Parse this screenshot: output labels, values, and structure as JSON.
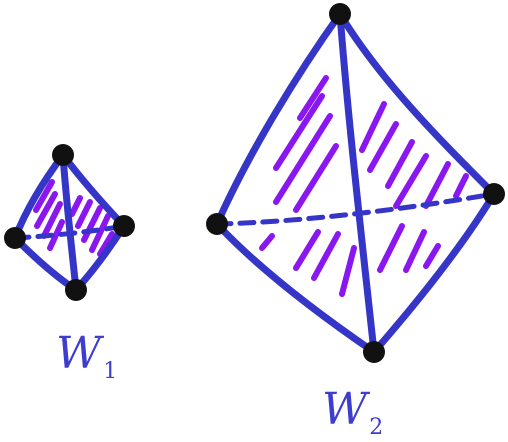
{
  "colors": {
    "edge": "#3535c8",
    "hatch": "#8a16f0",
    "vertex": "#111111",
    "label": "#3d3dd0"
  },
  "labels": {
    "left": {
      "main": "W",
      "sub": "1"
    },
    "right": {
      "main": "W",
      "sub": "2"
    }
  }
}
